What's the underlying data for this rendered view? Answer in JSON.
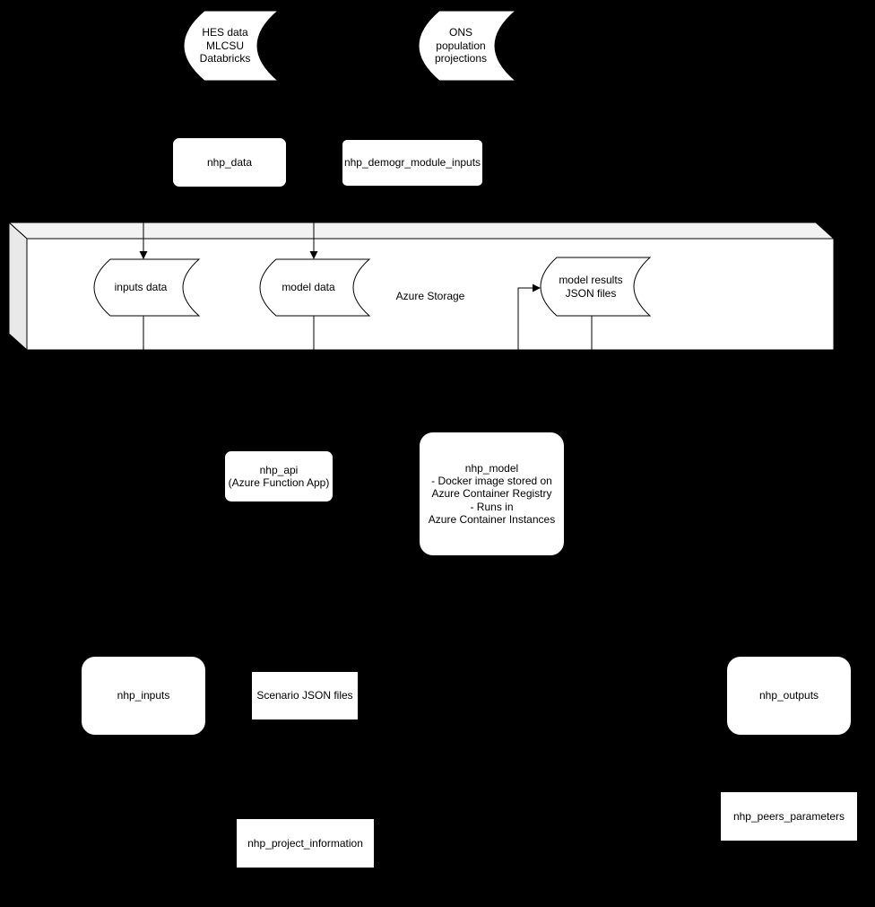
{
  "colors": {
    "background": "#000000",
    "node_fill": "#ffffff",
    "node_stroke": "#000000",
    "storage_box_top_fill": "#f2f2f2",
    "storage_box_side_fill": "#e9e9e9",
    "connector_color": "#000000"
  },
  "nodes": {
    "hes_data": {
      "label": "HES data\nMLCSU\nDatabricks"
    },
    "ons_population": {
      "label": "ONS\npopulation\nprojections"
    },
    "nhp_data": {
      "label": "nhp_data"
    },
    "nhp_demogr_module_inputs": {
      "label": "nhp_demogr_module_inputs"
    },
    "azure_storage": {
      "label": "Azure Storage"
    },
    "inputs_data": {
      "label": "inputs data"
    },
    "model_data": {
      "label": "model data"
    },
    "model_results": {
      "label": "model results\nJSON files"
    },
    "nhp_api": {
      "label": "nhp_api\n(Azure Function App)"
    },
    "nhp_model": {
      "label": "nhp_model\n- Docker image stored on\nAzure Container Registry\n- Runs in\nAzure Container Instances"
    },
    "nhp_inputs": {
      "label": "nhp_inputs"
    },
    "scenario_json_files": {
      "label": "Scenario JSON files"
    },
    "nhp_outputs": {
      "label": "nhp_outputs"
    },
    "nhp_peers_parameters": {
      "label": "nhp_peers_parameters"
    },
    "nhp_project_information": {
      "label": "nhp_project_information"
    }
  }
}
